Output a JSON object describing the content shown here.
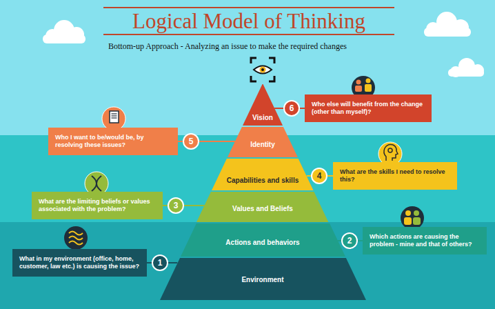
{
  "diagram": {
    "title": "Logical Model of Thinking",
    "nodes": [
      {
        "text": [
          "Vision"
        ]
      },
      {
        "text": [
          "Identity"
        ]
      },
      {
        "text": [
          "Capabilities and skills"
        ]
      },
      {
        "text": [
          "Values and Beliefs"
        ]
      },
      {
        "text": [
          "Actions and behaviors"
        ]
      },
      {
        "text": [
          "Environment"
        ]
      },
      {
        "text": [
          "6"
        ]
      },
      {
        "text": [
          "Who else will benefit from the change (other than myself)?"
        ]
      },
      {
        "text": [
          "5"
        ]
      },
      {
        "text": [
          "Who I want to be/would be, by resolving these issues?"
        ]
      },
      {
        "text": [
          "4"
        ]
      },
      {
        "text": [
          "What are the skills I need to resolve this?"
        ]
      },
      {
        "text": [
          "3"
        ]
      },
      {
        "text": [
          "What are the limiting beliefs or values associated with the problem?"
        ]
      },
      {
        "text": [
          "2"
        ]
      },
      {
        "text": [
          "Which actions are causing the problem - mine and that of others?"
        ]
      },
      {
        "text": [
          "1"
        ]
      },
      {
        "text": [
          "What in my environment (office, home, customer, law etc.) is causing the issue?"
        ]
      }
    ],
    "edges": [
      {
        "from": 6,
        "to": 0,
        "arrow": "none"
      },
      {
        "from": 6,
        "to": 7,
        "arrow": "none"
      },
      {
        "from": 8,
        "to": 1,
        "arrow": "none"
      },
      {
        "from": 8,
        "to": 9,
        "arrow": "none"
      },
      {
        "from": 10,
        "to": 2,
        "arrow": "none"
      },
      {
        "from": 10,
        "to": 11,
        "arrow": "none"
      },
      {
        "from": 12,
        "to": 3,
        "arrow": "none"
      },
      {
        "from": 12,
        "to": 13,
        "arrow": "none"
      },
      {
        "from": 14,
        "to": 4,
        "arrow": "none"
      },
      {
        "from": 14,
        "to": 15,
        "arrow": "none"
      },
      {
        "from": 16,
        "to": 5,
        "arrow": "none"
      },
      {
        "from": 16,
        "to": 17,
        "arrow": "none"
      }
    ],
    "labels": [
      "Bottom-up Approach - Analyzing an issue to make the required changes"
    ]
  }
}
